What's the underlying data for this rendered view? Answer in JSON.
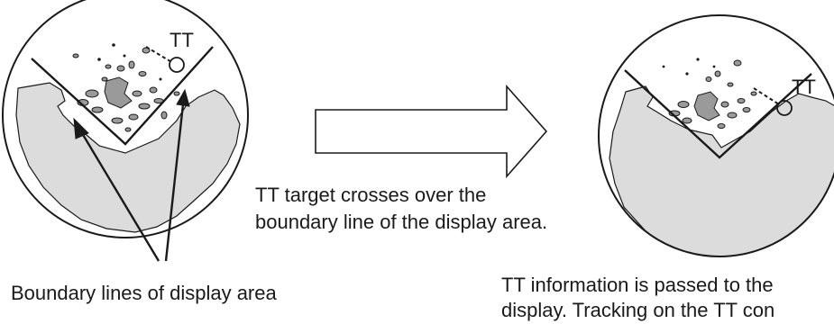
{
  "labels": {
    "tt_marker": "TT",
    "middle_line_1": "TT target crosses over the",
    "middle_line_2": "boundary line of the display area.",
    "left_caption": "Boundary lines of display area",
    "right_line_1": "TT information is passed to the",
    "right_line_2": "display. Tracking on the TT con"
  },
  "colors": {
    "land": "#dcdcdc",
    "outline": "#1a1a1a",
    "echo": "#9a9a9a",
    "background": "#ffffff"
  },
  "icons": {
    "transition": "right-arrow-icon",
    "target_symbol": "circle-target-icon"
  }
}
